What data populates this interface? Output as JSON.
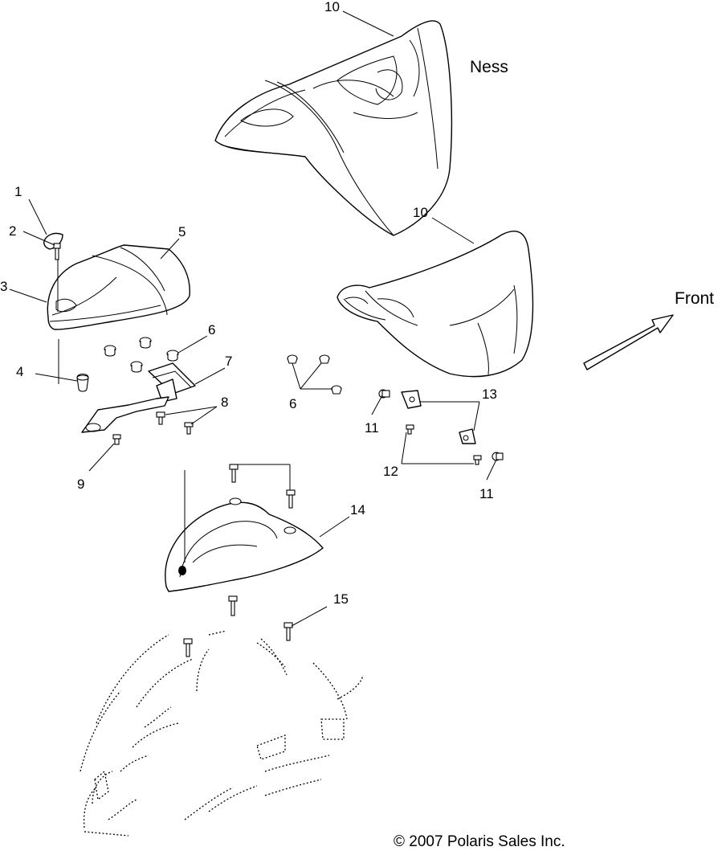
{
  "diagram": {
    "labels": {
      "ness": "Ness",
      "front": "Front",
      "copyright": "© 2007 Polaris Sales Inc."
    },
    "callouts": [
      "1",
      "2",
      "3",
      "4",
      "5",
      "6",
      "7",
      "8",
      "9",
      "10",
      "11",
      "12",
      "13",
      "14",
      "15"
    ],
    "callout_repeats": {
      "ten_a": "10",
      "six_b": "6",
      "eleven_b": "11"
    }
  }
}
